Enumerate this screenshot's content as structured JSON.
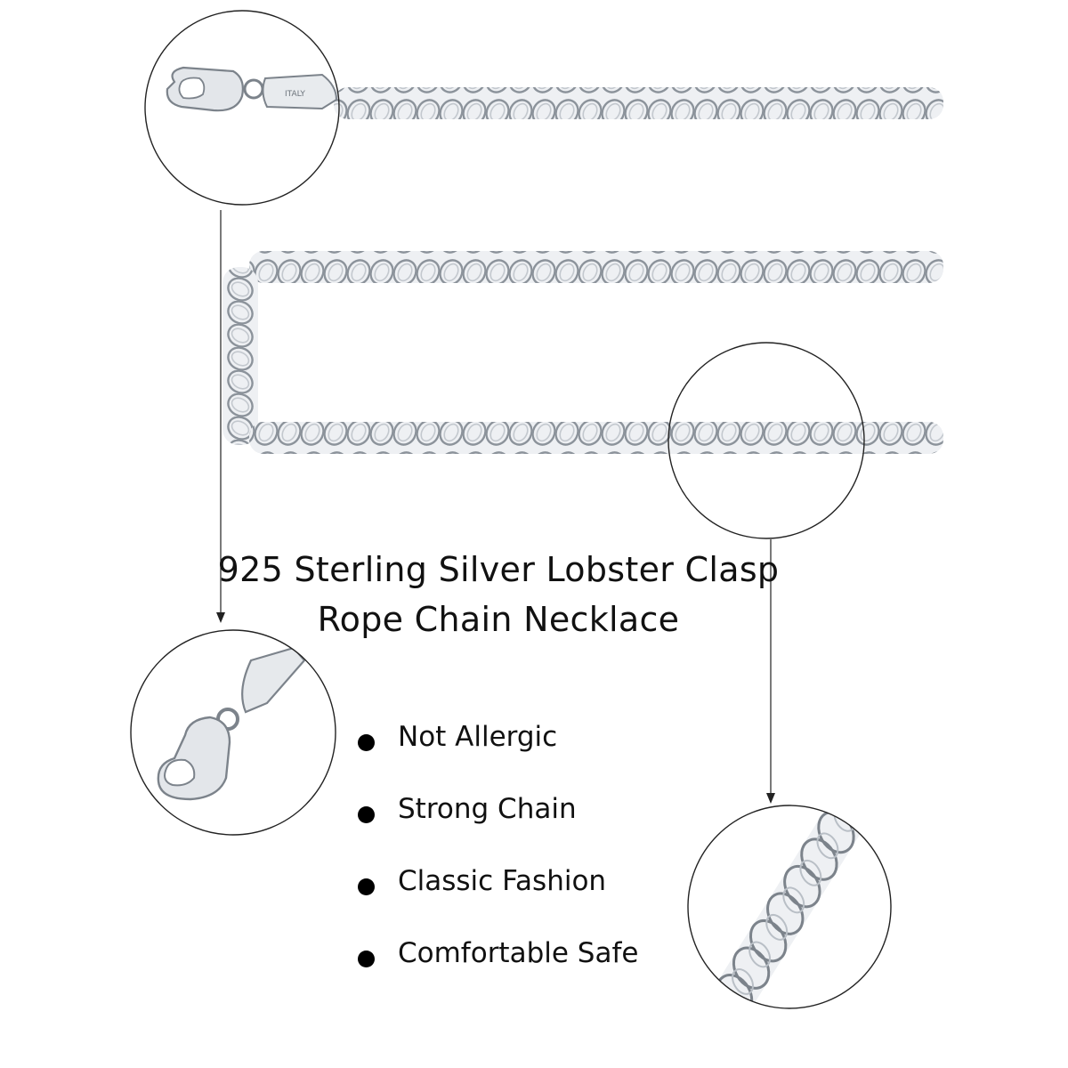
{
  "product": {
    "title_line1": "925 Sterling Silver Lobster Clasp",
    "title_line2": "Rope Chain Necklace",
    "clasp_stamp": "ITALY"
  },
  "features": [
    {
      "label": "Not Allergic",
      "bullet_icon": "bullet-dot-icon"
    },
    {
      "label": "Strong Chain",
      "bullet_icon": "bullet-dot-icon"
    },
    {
      "label": "Classic Fashion",
      "bullet_icon": "bullet-dot-icon"
    },
    {
      "label": "Comfortable Safe",
      "bullet_icon": "bullet-dot-icon"
    }
  ],
  "colors": {
    "background": "#ffffff",
    "text": "#111111",
    "silver": "#d9dde2",
    "silver_edge": "#8c939b"
  }
}
